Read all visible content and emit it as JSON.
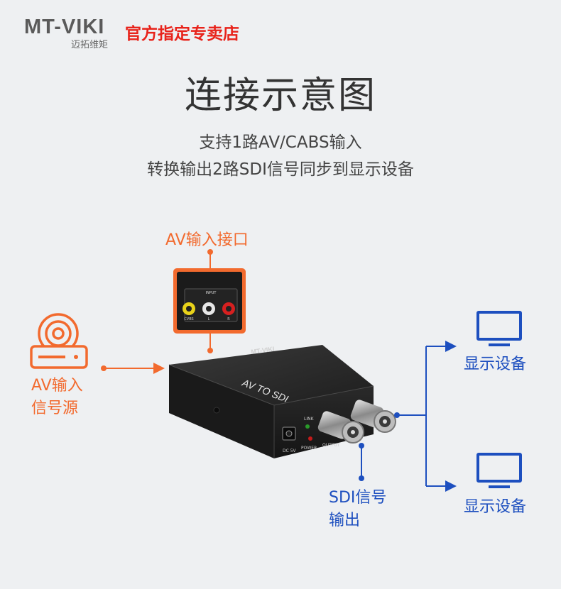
{
  "brand": {
    "wordmark": "MT-VIKI",
    "wordmark_cn": "迈拓维矩",
    "store_name": "官方指定专卖店"
  },
  "title": "连接示意图",
  "subtitle": {
    "line1": "支持1路AV/CABS输入",
    "line2": "转换输出2路SDI信号同步到显示设备"
  },
  "labels": {
    "av_input_port": "AV输入接口",
    "av_source_line1": "AV输入",
    "av_source_line2": "信号源",
    "sdi_output_line1": "SDI信号",
    "sdi_output_line2": "输出",
    "display_1": "显示设备",
    "display_2": "显示设备"
  },
  "device": {
    "top_logo": "MT-VIKI",
    "front_text": "AV TO SDI",
    "port_header": "INPUT",
    "port_labels": [
      "CVBS",
      "L",
      "R"
    ],
    "rear_labels": [
      "DC 5V",
      "POWER",
      "OUTPUT",
      "LINK"
    ]
  },
  "colors": {
    "orange": "#f26a2e",
    "blue": "#1d4fbf",
    "brand_red": "#e8231b",
    "background": "#eef0f2"
  },
  "icons": [
    "dvd-player-icon",
    "monitor-icon"
  ]
}
